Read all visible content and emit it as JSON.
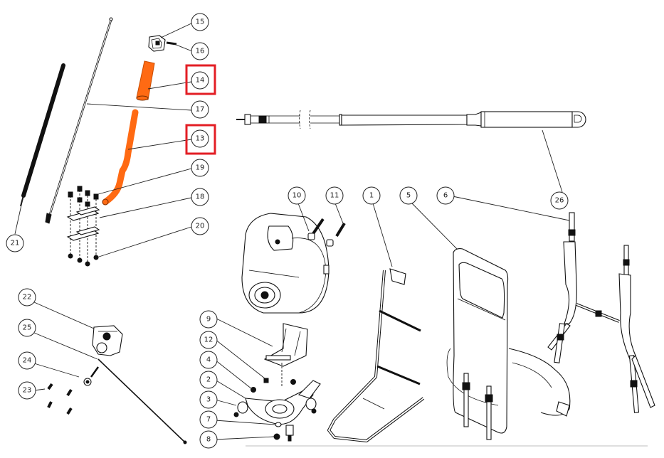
{
  "diagram": {
    "type": "exploded-parts-view",
    "highlight_color": "#e31e24",
    "accent_part_color": "#ff6a13",
    "highlighted_callouts": [
      "14",
      "13"
    ],
    "callouts": [
      {
        "id": "c1",
        "label": "1"
      },
      {
        "id": "c2",
        "label": "2"
      },
      {
        "id": "c3",
        "label": "3"
      },
      {
        "id": "c4",
        "label": "4"
      },
      {
        "id": "c5",
        "label": "5"
      },
      {
        "id": "c6",
        "label": "6"
      },
      {
        "id": "c7",
        "label": "7"
      },
      {
        "id": "c8",
        "label": "8"
      },
      {
        "id": "c9",
        "label": "9"
      },
      {
        "id": "c10",
        "label": "10"
      },
      {
        "id": "c11",
        "label": "11"
      },
      {
        "id": "c12",
        "label": "12"
      },
      {
        "id": "c13",
        "label": "13"
      },
      {
        "id": "c14",
        "label": "14"
      },
      {
        "id": "c15",
        "label": "15"
      },
      {
        "id": "c16",
        "label": "16"
      },
      {
        "id": "c17",
        "label": "17"
      },
      {
        "id": "c18",
        "label": "18"
      },
      {
        "id": "c19",
        "label": "19"
      },
      {
        "id": "c20",
        "label": "20"
      },
      {
        "id": "c21",
        "label": "21"
      },
      {
        "id": "c22",
        "label": "22"
      },
      {
        "id": "c23",
        "label": "23"
      },
      {
        "id": "c24",
        "label": "24"
      },
      {
        "id": "c25",
        "label": "25"
      },
      {
        "id": "c26",
        "label": "26"
      }
    ]
  }
}
